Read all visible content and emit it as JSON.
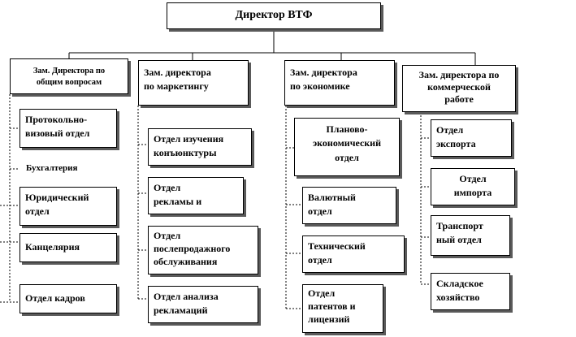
{
  "diagram": {
    "director": "Директор ВТФ",
    "deputies": [
      {
        "title": "Зам. Директора по\nобщим     вопросам",
        "departments": [
          "Протокольно-\nвизовый отдел",
          "Бухгалтерия",
          "Юридический\nотдел",
          "Канцелярия",
          "Отдел кадров"
        ]
      },
      {
        "title": "Зам. директора\nпо маркетингу",
        "departments": [
          "Отдел изучения\nконъюнктуры",
          "Отдел\nрекламы и",
          "Отдел\nпослепродажного\nобслуживания",
          "Отдел анализа\nрекламаций"
        ]
      },
      {
        "title": "Зам. директора\nпо экономике",
        "departments": [
          "Планово-\nэкономический\nотдел",
          "Валютный\nотдел",
          "Технический\nотдел",
          "Отдел\nпатентов и\nлицензий"
        ]
      },
      {
        "title": "Зам. директора по\nкоммерческой\nработе",
        "departments": [
          "Отдел\nэкспорта",
          "Отдел\nимпорта",
          "Транспорт\nный отдел",
          "Складское\nхозяйство"
        ]
      }
    ]
  }
}
